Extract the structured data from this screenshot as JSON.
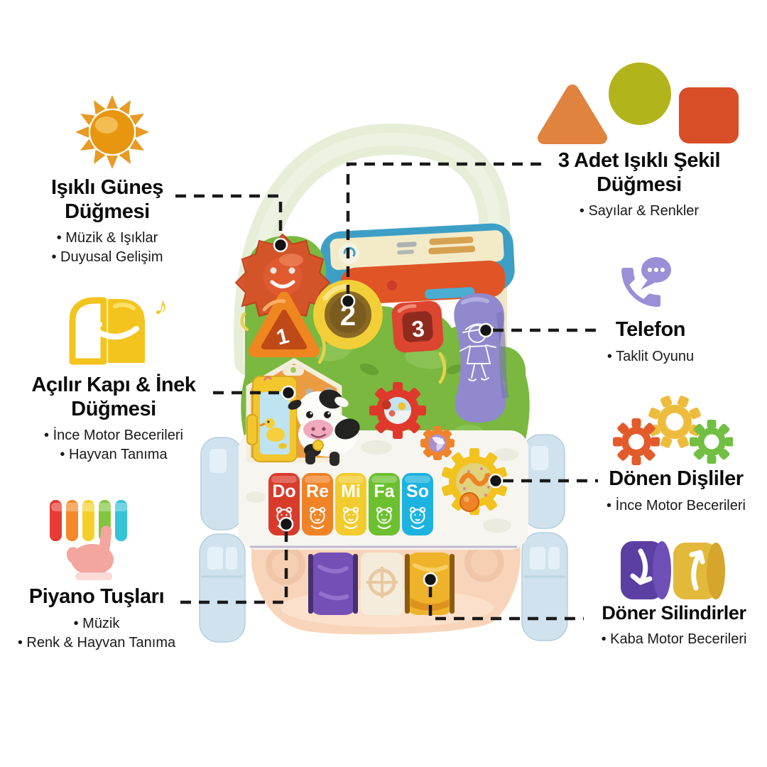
{
  "page": {
    "background": "#ffffff"
  },
  "palette": {
    "connector": "#1a1a1a",
    "handle_green": "#e7eed8",
    "activity_green": "#7ab83f",
    "base_peach": "#f8d5ba",
    "wheel_blue": "#cfe2ed",
    "phone_purple": "#9089ce",
    "icon_gold": "#f3c41d"
  },
  "icons": {
    "music_note": "♪"
  },
  "callouts": {
    "sun_button": {
      "title_line1": "Işıklı Güneş",
      "title_line2": "Düğmesi",
      "bullets": [
        "• Müzik & Işıklar",
        "• Duyusal Gelişim"
      ]
    },
    "door_cow": {
      "title_line1": "Açılır Kapı & İnek",
      "title_line2": "Düğmesi",
      "bullets": [
        "• İnce Motor Becerileri",
        "• Hayvan Tanıma"
      ]
    },
    "piano": {
      "title_line1": "Piyano Tuşları",
      "bullets": [
        "• Müzik",
        "• Renk & Hayvan Tanıma"
      ]
    },
    "shapes": {
      "title_line1": "3 Adet Işıklı Şekil",
      "title_line2": "Düğmesi",
      "bullets": [
        "• Sayılar & Renkler"
      ]
    },
    "phone": {
      "title_line1": "Telefon",
      "bullets": [
        "• Taklit Oyunu"
      ]
    },
    "gears": {
      "title_line1": "Dönen Dişliler",
      "bullets": [
        "• İnce Motor Becerileri"
      ]
    },
    "cylinders": {
      "title_line1": "Döner Silindirler",
      "bullets": [
        "• Kaba Motor Becerileri"
      ]
    }
  },
  "product": {
    "shape_button_numbers": [
      "1",
      "2",
      "3"
    ],
    "piano_keys": [
      {
        "label": "Do",
        "color": "#d93b2b"
      },
      {
        "label": "Re",
        "color": "#f08326"
      },
      {
        "label": "Mi",
        "color": "#f2cb2d"
      },
      {
        "label": "Fa",
        "color": "#6cc02e"
      },
      {
        "label": "So",
        "color": "#1cb3e0"
      }
    ]
  }
}
